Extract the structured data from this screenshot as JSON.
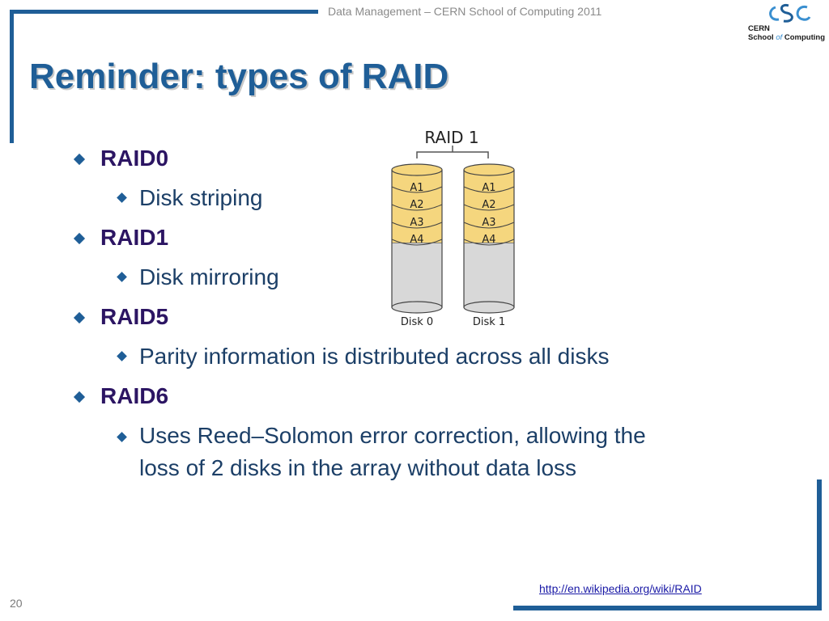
{
  "header": {
    "course": "Data Management – CERN School of Computing 2011"
  },
  "logo": {
    "line1": "CERN",
    "line2_pre": "School",
    "line2_of": "of",
    "line2_post": "Computing",
    "mark": "CSC"
  },
  "title": "Reminder: types of RAID",
  "bullets": [
    {
      "label": "RAID0",
      "sub": [
        "Disk striping"
      ]
    },
    {
      "label": "RAID1",
      "sub": [
        "Disk mirroring"
      ]
    },
    {
      "label": "RAID5",
      "sub": [
        "Parity information is distributed across all disks"
      ]
    },
    {
      "label": "RAID6",
      "sub": [
        "Uses Reed–Solomon error correction, allowing the",
        "loss of 2 disks in the array without data loss"
      ]
    }
  ],
  "diagram": {
    "title": "RAID 1",
    "disk0": {
      "label": "Disk 0",
      "blocks": [
        "A1",
        "A2",
        "A3",
        "A4"
      ]
    },
    "disk1": {
      "label": "Disk 1",
      "blocks": [
        "A1",
        "A2",
        "A3",
        "A4"
      ]
    },
    "colors": {
      "block": "#f5d67e",
      "disk": "#d8d8d8",
      "outline": "#444444"
    }
  },
  "footer": {
    "link": "http://en.wikipedia.org/wiki/RAID",
    "page": "20"
  },
  "colors": {
    "accent": "#1f5e97",
    "bullet_level1": "#2c1563",
    "bullet_level2": "#1c3f67"
  }
}
